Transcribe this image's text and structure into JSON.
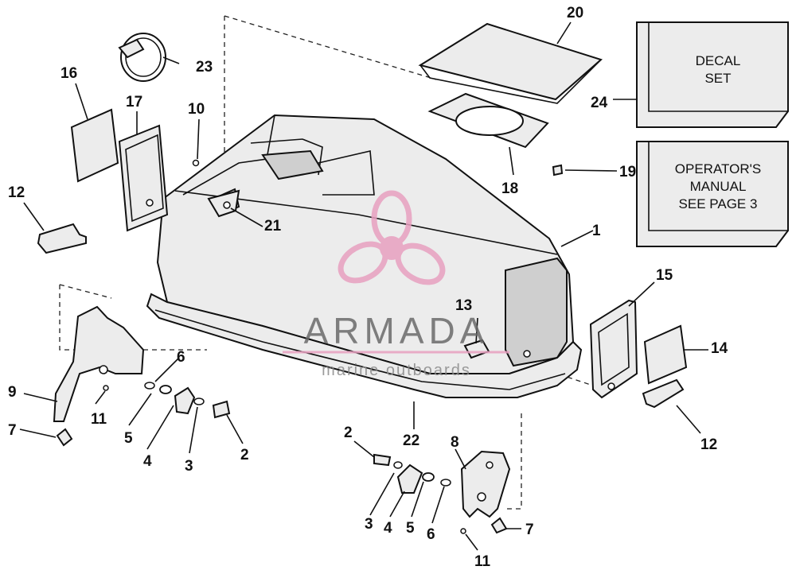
{
  "callouts": [
    {
      "id": "c1",
      "label": "1"
    },
    {
      "id": "c2a",
      "label": "2"
    },
    {
      "id": "c2b",
      "label": "2"
    },
    {
      "id": "c3a",
      "label": "3"
    },
    {
      "id": "c3b",
      "label": "3"
    },
    {
      "id": "c4a",
      "label": "4"
    },
    {
      "id": "c4b",
      "label": "4"
    },
    {
      "id": "c5a",
      "label": "5"
    },
    {
      "id": "c5b",
      "label": "5"
    },
    {
      "id": "c6a",
      "label": "6"
    },
    {
      "id": "c6b",
      "label": "6"
    },
    {
      "id": "c7a",
      "label": "7"
    },
    {
      "id": "c7b",
      "label": "7"
    },
    {
      "id": "c8",
      "label": "8"
    },
    {
      "id": "c9",
      "label": "9"
    },
    {
      "id": "c10",
      "label": "10"
    },
    {
      "id": "c11a",
      "label": "11"
    },
    {
      "id": "c11b",
      "label": "11"
    },
    {
      "id": "c12a",
      "label": "12"
    },
    {
      "id": "c12b",
      "label": "12"
    },
    {
      "id": "c13",
      "label": "13"
    },
    {
      "id": "c14",
      "label": "14"
    },
    {
      "id": "c15",
      "label": "15"
    },
    {
      "id": "c16",
      "label": "16"
    },
    {
      "id": "c17",
      "label": "17"
    },
    {
      "id": "c18",
      "label": "18"
    },
    {
      "id": "c19",
      "label": "19"
    },
    {
      "id": "c20",
      "label": "20"
    },
    {
      "id": "c21",
      "label": "21"
    },
    {
      "id": "c22",
      "label": "22"
    },
    {
      "id": "c23",
      "label": "23"
    },
    {
      "id": "c24",
      "label": "24"
    }
  ],
  "decal_box": {
    "line1": "DECAL",
    "line2": "SET"
  },
  "manual_box": {
    "line1": "OPERATOR'S",
    "line2": "MANUAL",
    "line3": "SEE PAGE 3"
  },
  "watermark": {
    "brand": "ARMADA",
    "tagline": "marine outboards",
    "color": "#e8a0c0",
    "text_color": "#6a6a6a"
  }
}
